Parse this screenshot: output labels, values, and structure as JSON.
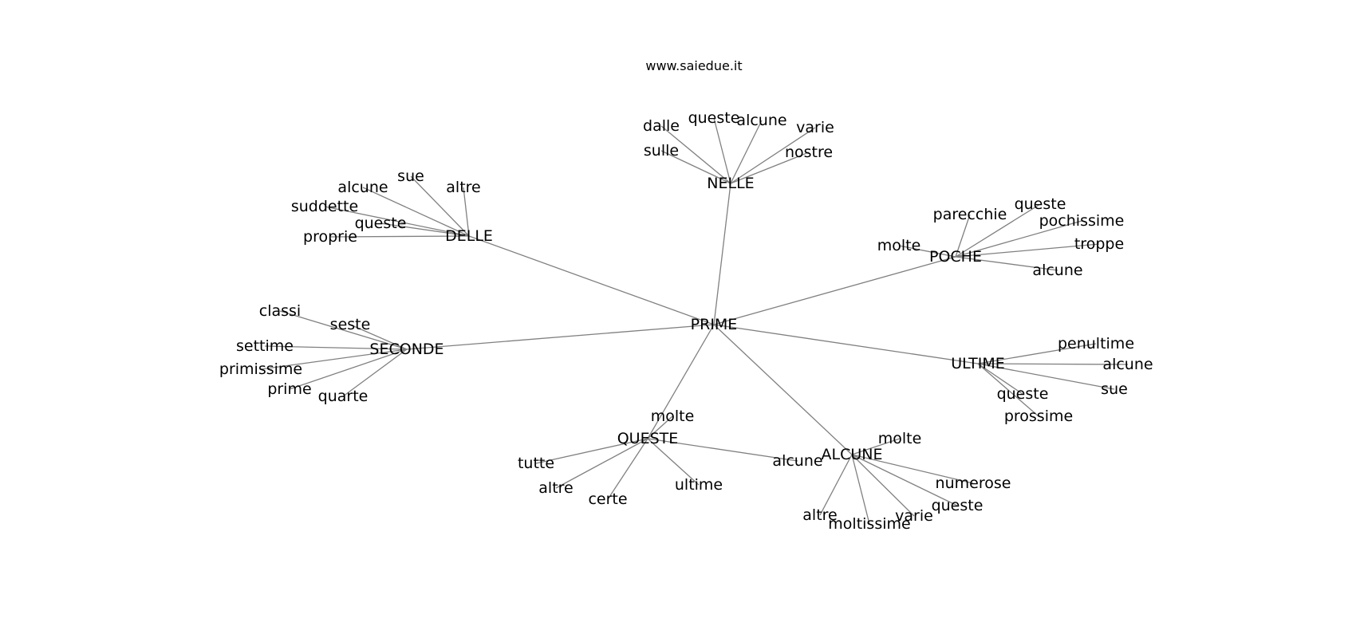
{
  "watermark": "www.saiedue.it",
  "graph": {
    "root": "PRIME",
    "hubs": [
      {
        "id": "nelle",
        "label": "NELLE",
        "leaves": [
          "dalle",
          "queste",
          "alcune",
          "varie",
          "sulle",
          "nostre"
        ]
      },
      {
        "id": "delle",
        "label": "DELLE",
        "leaves": [
          "sue",
          "alcune",
          "altre",
          "suddette",
          "queste",
          "proprie"
        ]
      },
      {
        "id": "poche",
        "label": "POCHE",
        "leaves": [
          "parecchie",
          "queste",
          "pochissime",
          "molte",
          "troppe",
          "alcune"
        ]
      },
      {
        "id": "seconde",
        "label": "SECONDE",
        "leaves": [
          "classi",
          "seste",
          "settime",
          "primissime",
          "prime",
          "quarte"
        ]
      },
      {
        "id": "ultime",
        "label": "ULTIME",
        "leaves": [
          "penultime",
          "alcune",
          "sue",
          "queste",
          "prossime"
        ]
      },
      {
        "id": "queste",
        "label": "QUESTE",
        "leaves": [
          "molte",
          "tutte",
          "alcune",
          "altre",
          "ultime",
          "certe"
        ]
      },
      {
        "id": "alcune",
        "label": "ALCUNE",
        "leaves": [
          "molte",
          "numerose",
          "queste",
          "altre",
          "moltissime",
          "varie"
        ]
      }
    ]
  }
}
